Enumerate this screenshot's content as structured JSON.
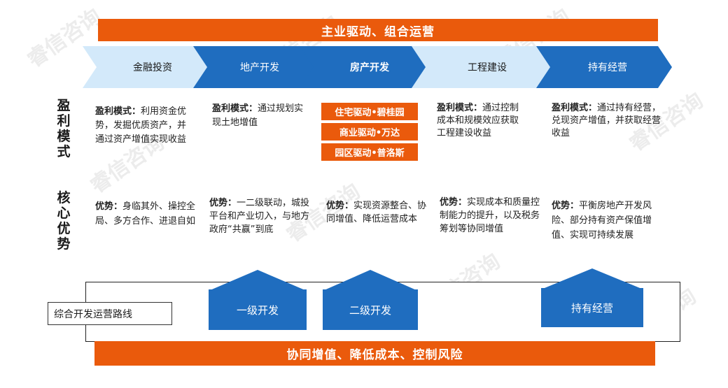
{
  "watermark": "睿信咨询",
  "top_banner": "主业驱动、组合运营",
  "bottom_banner": "协同增值、降低成本、控制风险",
  "chevrons": [
    {
      "label": "金融投资",
      "style": "light"
    },
    {
      "label": "地产开发",
      "style": "blue"
    },
    {
      "label": "房产开发",
      "style": "blue",
      "bold": true
    },
    {
      "label": "工程建设",
      "style": "light"
    },
    {
      "label": "持有经营",
      "style": "blue"
    }
  ],
  "row_labels": {
    "profit": "盈利模式",
    "advantage": "核心优势"
  },
  "profit": [
    {
      "key": "盈利模式：",
      "text": "利用资金优势，发掘优质资产，并通过资产增值实现收益"
    },
    {
      "key": "盈利模式：",
      "text": "通过规划实现土地增值"
    },
    null,
    {
      "key": "盈利模式：",
      "text": "通过控制成本和规模效应获取工程建设收益"
    },
    {
      "key": "盈利模式：",
      "text": "通过持有经营，兑现资产增值，并获取经营收益"
    }
  ],
  "real_estate_boxes": [
    "住宅驱动•碧桂园",
    "商业驱动•万达",
    "园区驱动•普洛斯"
  ],
  "advantages": [
    {
      "key": "优势：",
      "text": "身临其外、操控全局、多方合作、进退自如"
    },
    {
      "key": "优势：",
      "text": "一二级联动，城投平台和产业切入，与地方政府“共赢”到底"
    },
    {
      "key": "优势：",
      "text": "实现资源整合、协同增值、降低运营成本"
    },
    {
      "key": "优势：",
      "text": "实现成本和质量控制能力的提升，以及税务筹划等协同增值"
    },
    {
      "key": "优势：",
      "text": "平衡房地产开发风险、部分持有资产保值增值、实现可持续发展"
    }
  ],
  "route_label": "综合开发运营路线",
  "up_arrows": [
    "一级开发",
    "二级开发",
    "持有经营"
  ],
  "colors": {
    "orange": "#ea5a0c",
    "blue": "#1f6dbf",
    "light_blue": "#d3e9fa"
  }
}
